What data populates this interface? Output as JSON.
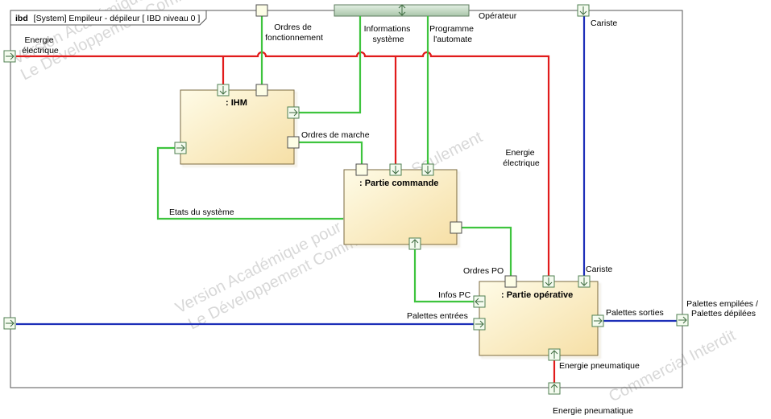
{
  "frame": {
    "keyword": "ibd",
    "title": "[System] Empileur - dépileur [ IBD niveau 0 ]"
  },
  "actor": {
    "label": "Opérateur"
  },
  "blocks": {
    "ihm": ": IHM",
    "commande": ": Partie commande",
    "operative": ": Partie opérative"
  },
  "labels": {
    "energie_electrique_left": [
      "Energie",
      "électrique"
    ],
    "ordres_fonctionnement": [
      "Ordres de",
      "fonctionnement"
    ],
    "informations_systeme": [
      "Informations",
      "système"
    ],
    "programme_automate": [
      "Programme",
      "l'automate"
    ],
    "cariste_top": "Cariste",
    "ordres_de_marche": "Ordres de marche",
    "energie_electrique_mid": [
      "Energie",
      "électrique"
    ],
    "etats_du_systeme": "Etats du  système",
    "ordres_po": "Ordres PO",
    "cariste_mid": "Cariste",
    "infos_pc": "Infos PC",
    "palettes_entrees": "Palettes entrées",
    "palettes_sorties": "Palettes sorties",
    "palettes_empilees": [
      "Palettes empilées /",
      "Palettes dépilées"
    ],
    "energie_pneumatique_inner": "Energie pneumatique",
    "energie_pneumatique_outer": "Energie pneumatique"
  },
  "watermark": {
    "line1": "Version Académique pour P",
    "line2": "Le Développement Commercial Interdit",
    "line3": "Seulement",
    "line4": "Commercial Interdit"
  },
  "colors": {
    "energy": "#e11b1b",
    "information": "#3ec43e",
    "matter": "#1d2fb8",
    "block_fill_top": "#fefbe6",
    "block_fill_bottom": "#f6dfa6"
  }
}
